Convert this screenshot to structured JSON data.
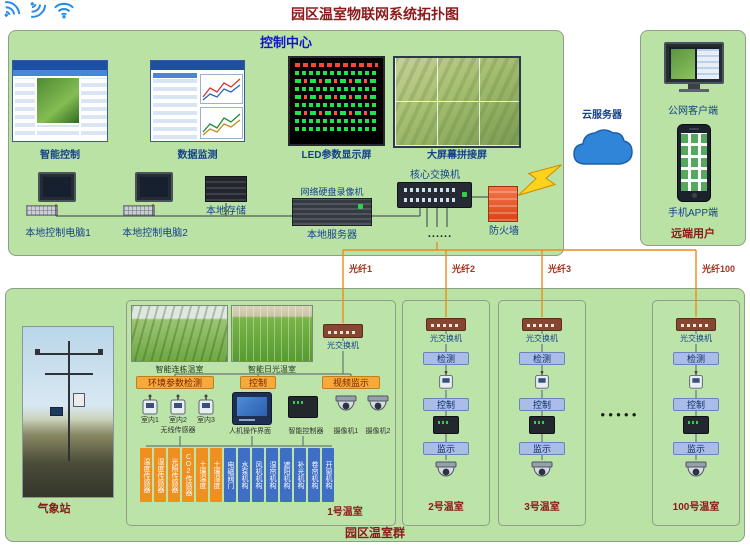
{
  "page_title": "园区温室物联网系统拓扑图",
  "control_center": {
    "title": "控制中心",
    "screen_labels": [
      "智能控制",
      "数据监测",
      "LED参数显示屏",
      "大屏幕拼接屏"
    ],
    "pc1_label": "本地控制电脑1",
    "pc2_label": "本地控制电脑2",
    "storage_label": "本地存储",
    "nvr_label": "网络硬盘录像机",
    "server_label": "本地服务器",
    "core_switch_label": "核心交换机",
    "firewall_label": "防火墙",
    "dots": "......"
  },
  "cloud": {
    "label": "云服务器"
  },
  "remote": {
    "web_client_label": "公网客户端",
    "app_label": "手机APP端",
    "title": "远端用户"
  },
  "fibers": {
    "f1": "光纤1",
    "f2": "光纤2",
    "f3": "光纤3",
    "f100": "光纤100"
  },
  "park": {
    "title": "园区温室群",
    "weather_station_label": "气象站",
    "dots": "●●●●●"
  },
  "gh1": {
    "photo1_caption": "智能连栋温室",
    "photo2_caption": "智能日光温室",
    "switch_label": "光交换机",
    "env_section": "环境参数检测",
    "ctrl_section": "控制",
    "video_section": "视频监示",
    "indoor_labels": [
      "室内1",
      "室内2",
      "室内3"
    ],
    "wireless_caption": "无线传感器",
    "hmi_label": "人机操作界面",
    "controller_label": "智能控制器",
    "camera1_label": "摄像机1",
    "camera2_label": "摄像机2",
    "env_bars": [
      "温度传感器",
      "湿度传感器",
      "光照传感器",
      "CO2传感器",
      "土壤温度",
      "土壤湿度"
    ],
    "ctrl_bars": [
      "电磁阀门",
      "水泵机构",
      "风机机构",
      "湿帘机构",
      "遮阳机构",
      "补光机构",
      "卷帘机构",
      "开窗机构"
    ],
    "name": "1号温室"
  },
  "gh2": {
    "switch_label": "光交换机",
    "detect": "检测",
    "control": "控制",
    "monitor": "监示",
    "name": "2号温室"
  },
  "gh3": {
    "switch_label": "光交换机",
    "detect": "检测",
    "control": "控制",
    "monitor": "监示",
    "name": "3号温室"
  },
  "gh100": {
    "switch_label": "光交换机",
    "detect": "检测",
    "control": "控制",
    "monitor": "监示",
    "name": "100号温室"
  },
  "colors": {
    "panel_green": "#b9e2a4",
    "title_red": "#8b1a1a",
    "section_blue": "#1414cc",
    "fiber_orange": "#ef8a1a",
    "bar_orange": "#ef8f1f",
    "bar_blue": "#3f6fc4"
  }
}
